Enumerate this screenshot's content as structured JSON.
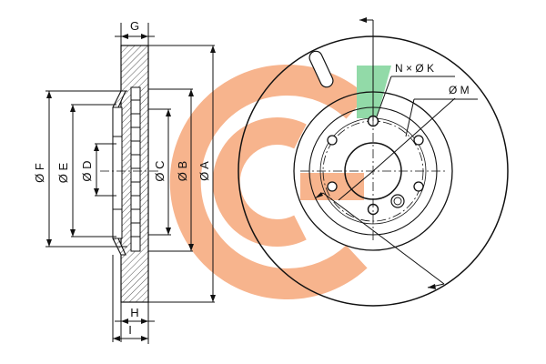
{
  "labels": {
    "g": "G",
    "h": "H",
    "i": "I",
    "f": "Ø F",
    "e": "Ø E",
    "d": "Ø D",
    "c": "Ø C",
    "b": "Ø B",
    "a": "Ø A",
    "nk": "N × Ø K",
    "m": "Ø M"
  },
  "colors": {
    "line": "#111111",
    "watermark_orange": "#f6a77a",
    "watermark_green": "#7fd49a",
    "hatch_fill": "#c8c8c8"
  }
}
